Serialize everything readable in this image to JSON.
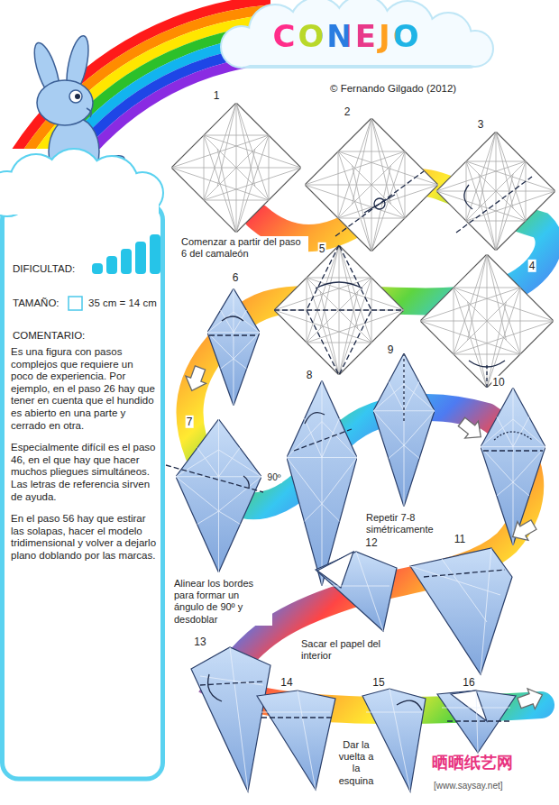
{
  "diagram": {
    "title": "CONEJO",
    "nodes": [
      {
        "text": [
          "DIFICULTAD:",
          "TAMAÑO:",
          "35 cm = 14 cm",
          "COMENTARIO:",
          "Es una figura con pasos complejos que requiere un poco de experiencia. Por ejemplo, en el paso 26 hay que tener en cuenta que el hundido es abierto en una parte y cerrado en otra.",
          "Especialmente difícil es el paso 46, en el que hay que hacer muchos pliegues simultáneos. Las letras de referencia sirven de ayuda.",
          "En el paso 56 hay que estirar las solapas, hacer el modelo tridimensional y volver a dejarlo plano doblando por las marcas."
        ]
      }
    ],
    "labels": [
      "© Fernando Gilgado (2012)",
      "1",
      "2",
      "3",
      "4",
      "5",
      "6",
      "7",
      "8",
      "9",
      "10",
      "11",
      "12",
      "13",
      "14",
      "15",
      "16",
      "Comenzar a partir del paso 6 del camaleón",
      "90º",
      "Alinear los bordes para formar un ángulo de 90º y desdoblar",
      "Repetir 7-8 simétricamente",
      "Sacar el papel del interior",
      "Dar la vuelta a la esquina",
      "晒晒纸艺网",
      "[www.saysay.net]"
    ]
  }
}
